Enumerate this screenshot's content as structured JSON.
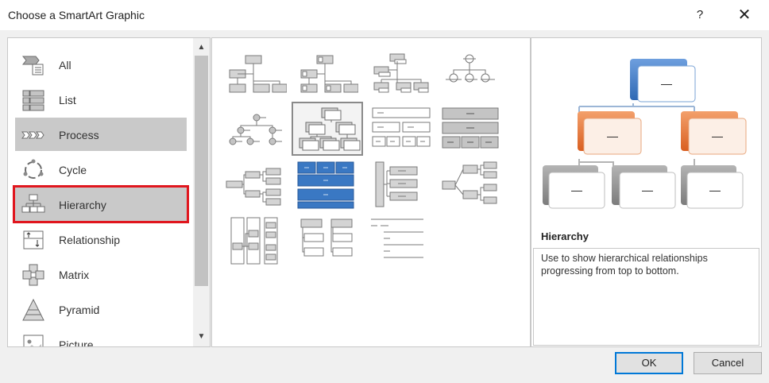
{
  "dialog": {
    "title": "Choose a SmartArt Graphic",
    "help_label": "?",
    "close_label": "✕"
  },
  "categories": [
    {
      "label": "All",
      "icon": "all-icon"
    },
    {
      "label": "List",
      "icon": "list-icon"
    },
    {
      "label": "Process",
      "icon": "process-icon"
    },
    {
      "label": "Cycle",
      "icon": "cycle-icon"
    },
    {
      "label": "Hierarchy",
      "icon": "hierarchy-icon"
    },
    {
      "label": "Relationship",
      "icon": "relationship-icon"
    },
    {
      "label": "Matrix",
      "icon": "matrix-icon"
    },
    {
      "label": "Pyramid",
      "icon": "pyramid-icon"
    },
    {
      "label": "Picture",
      "icon": "picture-icon"
    }
  ],
  "selected_category": "Process",
  "highlighted_category": "Hierarchy",
  "scroll": {
    "up": "▲",
    "down": "▼"
  },
  "preview": {
    "title": "Hierarchy",
    "description": "Use to show hierarchical relationships progressing from top to bottom.",
    "node_text": "—"
  },
  "colors": {
    "blue": "#3a78c3",
    "orange": "#e8753a",
    "gray": "#8c8c8c",
    "highlight": "#e0161e"
  },
  "buttons": {
    "ok": "OK",
    "cancel": "Cancel"
  }
}
